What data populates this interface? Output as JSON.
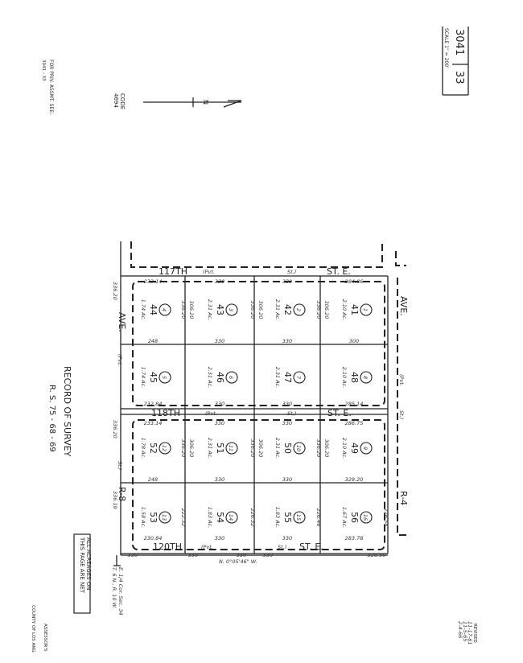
{
  "sheet": {
    "book": "3041",
    "page": "33",
    "scale": "SCALE 1\" = 200'"
  },
  "prior": {
    "label": "FOR PRIV. ASSMT. SEE:",
    "ref": "3041 - 33"
  },
  "code": {
    "label": "CODE",
    "value": "4694"
  },
  "north": {
    "label": "N"
  },
  "survey": {
    "title": "RECORD OF SURVEY",
    "ref": "R. S. 75 - 68 - 69"
  },
  "note": {
    "line1": "ALL ACREAGES ON",
    "line2": "THIS PAGE ARE NET"
  },
  "corner": {
    "line1": "E. 1/4 Cor. Sec. 34",
    "line2": "T. 6 N., R. 10 W."
  },
  "bearing": "N. 0°05'46\" W.",
  "revised": {
    "label": "REVISED",
    "dates": [
      "11-17-61",
      "11-5-65",
      "2-4-66"
    ]
  },
  "footer": {
    "line1": "ASSESSOR'S",
    "line2": "COUNTY OF LOS ANG"
  },
  "streets": {
    "s117": {
      "a": "117TH",
      "b": "(Pvt.",
      "c": "St.)",
      "d": "ST. E."
    },
    "s118": {
      "a": "118TH",
      "b": "(Pvt.",
      "c": "St.)",
      "d": "ST. E."
    },
    "s120": {
      "a": "120TH",
      "b": "(Pvt.",
      "c": "St.)",
      "d": "ST. E."
    },
    "left": {
      "a": "AVE.",
      "b": "(Pvt.",
      "c": "St.)",
      "d": "R-8"
    },
    "right": {
      "a": "AVE.",
      "b": "(Pvt.",
      "c": "St.)",
      "d": "R-4"
    }
  },
  "lots": [
    {
      "lot": "4",
      "parcel": "44",
      "acres": "1.74 Ac."
    },
    {
      "lot": "3",
      "parcel": "43",
      "acres": "2.31 Ac."
    },
    {
      "lot": "2",
      "parcel": "42",
      "acres": "2.31 Ac."
    },
    {
      "lot": "1",
      "parcel": "41",
      "acres": "2.10 Ac."
    },
    {
      "lot": "5",
      "parcel": "45",
      "acres": "1.74 Ac."
    },
    {
      "lot": "6",
      "parcel": "46",
      "acres": "2.31 Ac."
    },
    {
      "lot": "7",
      "parcel": "47",
      "acres": "2.31 Ac."
    },
    {
      "lot": "8",
      "parcel": "48",
      "acres": "2.10 Ac."
    },
    {
      "lot": "12",
      "parcel": "52",
      "acres": "1.78 Ac."
    },
    {
      "lot": "11",
      "parcel": "51",
      "acres": "2.31 Ac."
    },
    {
      "lot": "10",
      "parcel": "50",
      "acres": "2.31 Ac."
    },
    {
      "lot": "9",
      "parcel": "49",
      "acres": "2.10 Ac."
    },
    {
      "lot": "13",
      "parcel": "53",
      "acres": "1.58 Ac."
    },
    {
      "lot": "14",
      "parcel": "54",
      "acres": "1.83 Ac."
    },
    {
      "lot": "15",
      "parcel": "55",
      "acres": "1.83 Ac."
    },
    {
      "lot": "16",
      "parcel": "56",
      "acres": "1.67 Ac."
    }
  ],
  "dims": {
    "row_widths": [
      [
        "233.14",
        "330",
        "330",
        "284.86"
      ],
      [
        "248",
        "330",
        "330",
        "300"
      ],
      [
        "232.84",
        "330",
        "330",
        "285.14"
      ],
      [
        "233.14",
        "330",
        "330",
        "286.75"
      ],
      [
        "248",
        "330",
        "330",
        "329.20"
      ],
      [
        "230.84",
        "330",
        "330",
        "283.78"
      ]
    ],
    "street_widths": [
      "330",
      "330",
      "330",
      "330",
      "328.50"
    ],
    "depths": [
      "336.20",
      "306.20",
      "336.20",
      "306.20",
      "336.20",
      "306.20"
    ],
    "depths_lower": [
      "336.20",
      "306.20",
      "336.20",
      "306.20",
      "336.20",
      "306.20"
    ],
    "depths_bottom": [
      "222.32",
      "226.32",
      "226.46",
      "226.58"
    ],
    "outer_left": [
      "336.20",
      "336.20",
      "336.19"
    ]
  }
}
